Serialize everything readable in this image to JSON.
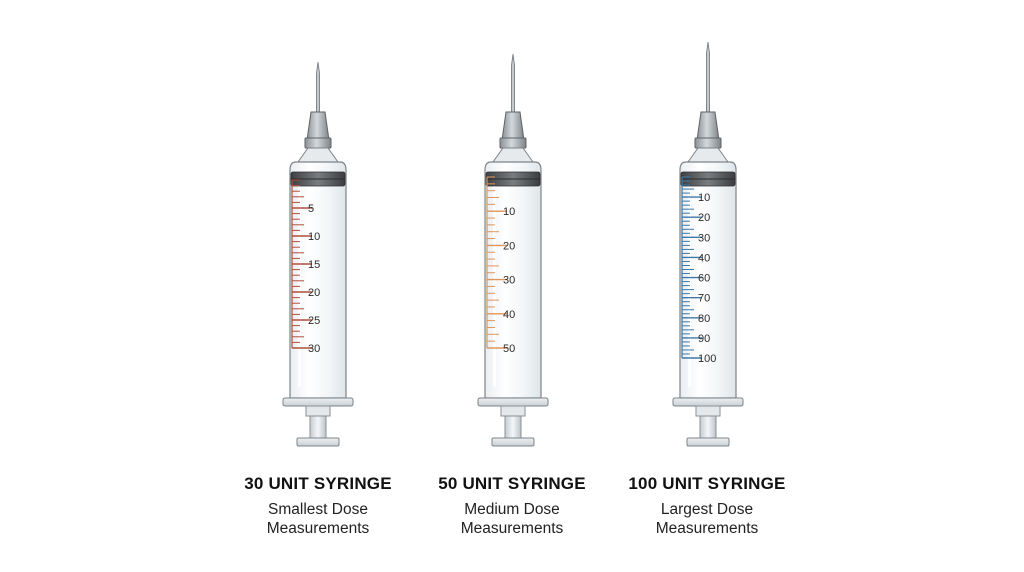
{
  "syringes": [
    {
      "title": "30 UNIT SYRINGE",
      "description": [
        "Smallest Dose",
        "Measurements"
      ],
      "capacity_units": 30,
      "labels": [
        "5",
        "10",
        "15",
        "20",
        "25",
        "30"
      ],
      "scale_color": "#b0503a"
    },
    {
      "title": "50 UNIT SYRINGE",
      "description": [
        "Medium Dose",
        "Measurements"
      ],
      "capacity_units": 50,
      "labels": [
        "10",
        "20",
        "30",
        "40",
        "50"
      ],
      "scale_color": "#e0955a"
    },
    {
      "title": "100 UNIT SYRINGE",
      "description": [
        "Largest Dose",
        "Measurements"
      ],
      "capacity_units": 100,
      "labels": [
        "10",
        "20",
        "30",
        "40",
        "60",
        "70",
        "80",
        "90",
        "100"
      ],
      "scale_color": "#3e78a8"
    }
  ]
}
